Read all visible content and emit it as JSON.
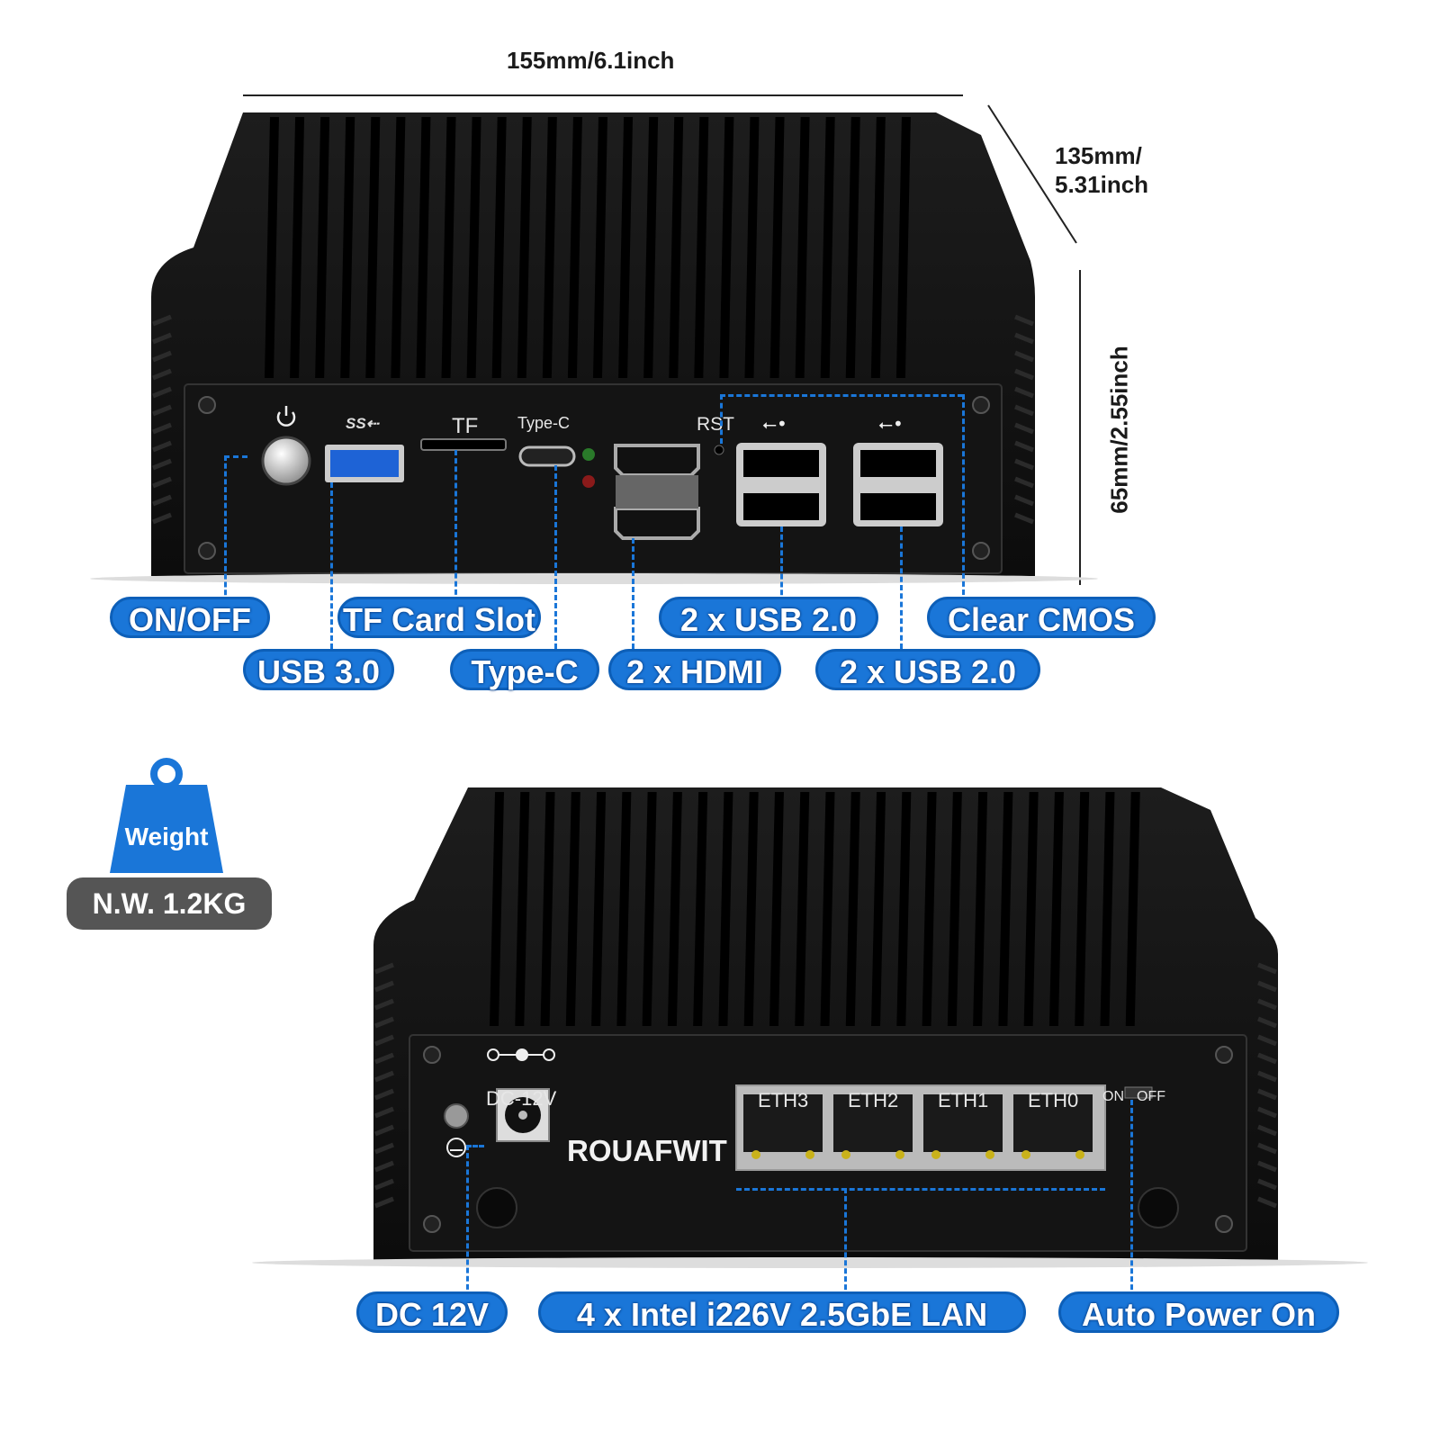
{
  "dimensions": {
    "width": "155mm/6.1inch",
    "depth_line1": "135mm/",
    "depth_line2": "5.31inch",
    "height": "65mm/2.55inch"
  },
  "front_panel": {
    "port_labels": {
      "tf": "TF",
      "type_c": "Type-C",
      "rst": "RST"
    },
    "callouts": {
      "on_off": "ON/OFF",
      "tf_card_slot": "TF Card Slot",
      "usb20_a": "2 x USB 2.0",
      "clear_cmos": "Clear CMOS",
      "usb30": "USB 3.0",
      "type_c": "Type-C",
      "hdmi": "2 x HDMI",
      "usb20_b": "2 x USB 2.0"
    }
  },
  "weight": {
    "icon_label": "Weight",
    "value": "N.W. 1.2KG"
  },
  "rear_panel": {
    "dc_label": "DC-12V",
    "brand": "ROUAFWIT",
    "eth_labels": [
      "ETH3",
      "ETH2",
      "ETH1",
      "ETH0"
    ],
    "switch_on": "ON",
    "switch_off": "OFF",
    "callouts": {
      "dc": "DC 12V",
      "lan": "4 x Intel i226V 2.5GbE LAN",
      "auto_power": "Auto Power On"
    }
  },
  "colors": {
    "callout_blue": "#1a76d8",
    "chassis": "#151515",
    "weight_gray": "#555555"
  }
}
